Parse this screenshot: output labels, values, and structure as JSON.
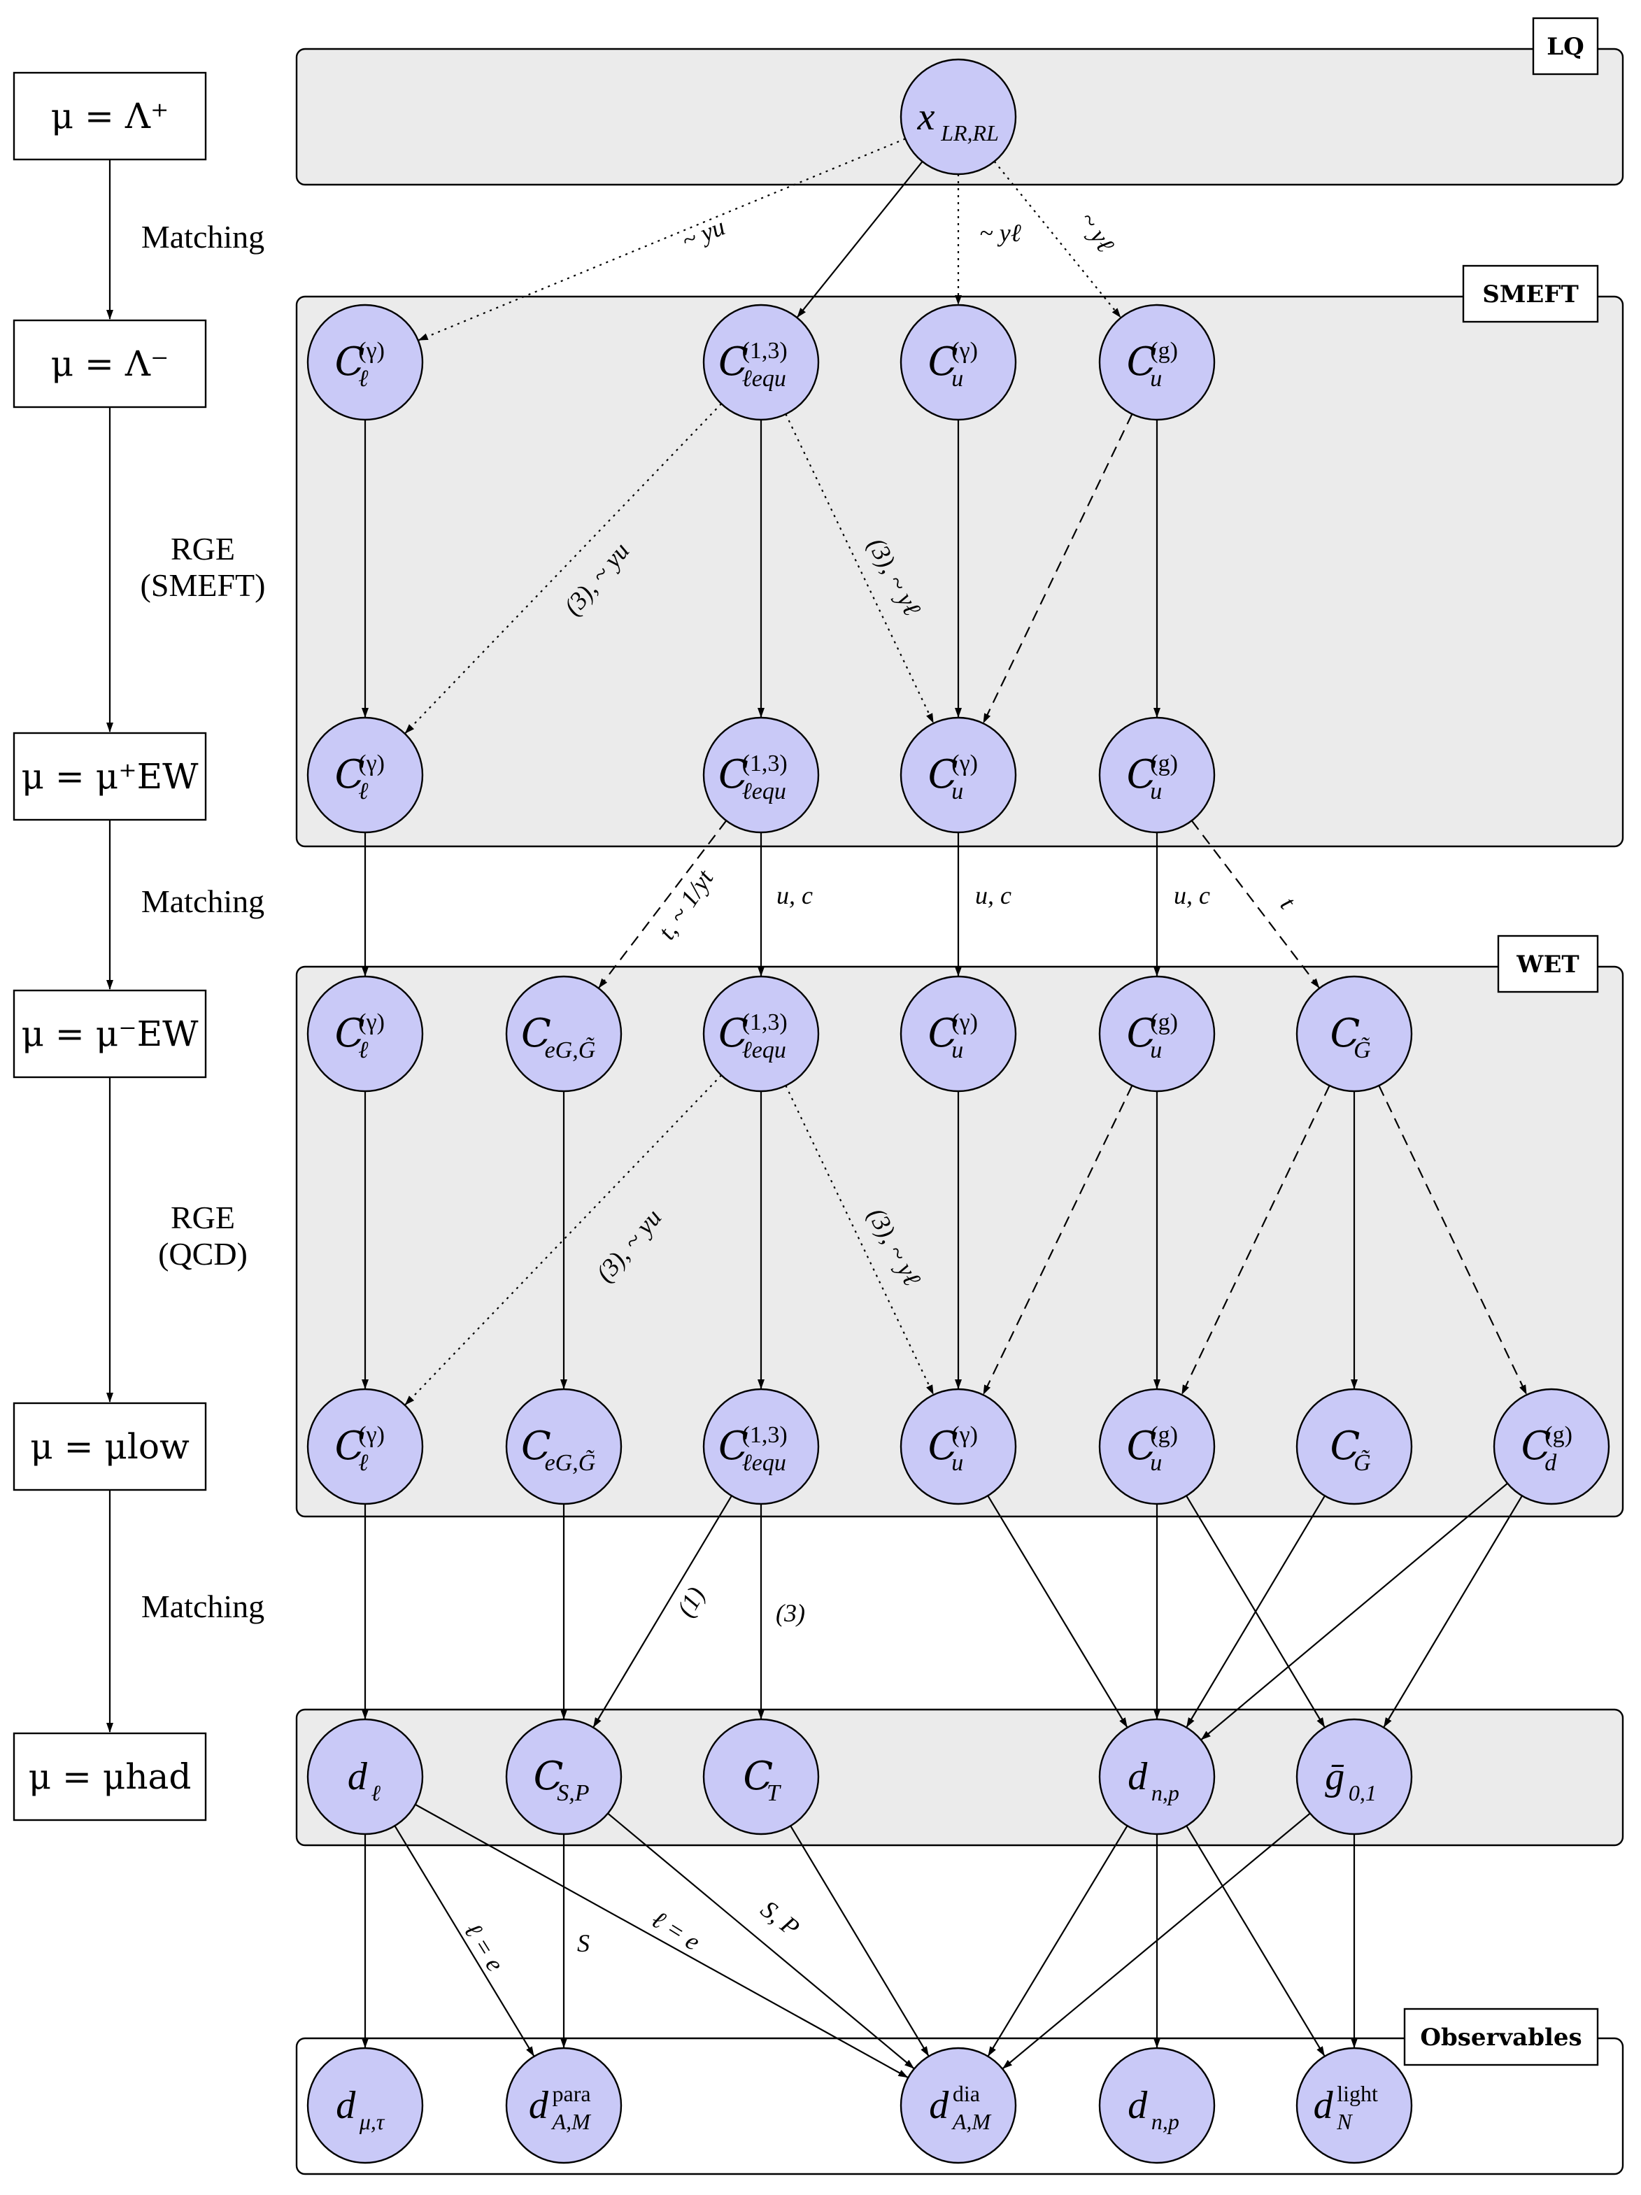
{
  "panels": {
    "lq": "LQ",
    "smeft": "SMEFT",
    "wet": "WET",
    "observables": "Observables"
  },
  "scales": [
    "μ = Λ⁺",
    "μ = Λ⁻",
    "μ = μ⁺EW",
    "μ = μ⁻EW",
    "μ = μlow",
    "μ = μhad"
  ],
  "steps": [
    [
      "Matching"
    ],
    [
      "RGE",
      "(SMEFT)"
    ],
    [
      "Matching"
    ],
    [
      "RGE",
      "(QCD)"
    ],
    [
      "Matching"
    ]
  ],
  "nodes": {
    "x": "x LR,RL",
    "s_l": "C ℓ (γ)",
    "s_lequ": "C ℓequ (1,3)",
    "s_ug": "C u (γ)",
    "s_ugl": "C u (g)",
    "e_l": "C ℓ (γ)",
    "e_lequ": "C ℓequ (1,3)",
    "e_ug": "C u (γ)",
    "e_ugl": "C u (g)",
    "w_l": "C ℓ (γ)",
    "w_eg": "C eG,G̃",
    "w_lequ": "C ℓequ (1,3)",
    "w_ug": "C u (γ)",
    "w_ugl": "C u (g)",
    "w_G": "C G̃",
    "l_l": "C ℓ (γ)",
    "l_eg": "C eG,G̃",
    "l_lequ": "C ℓequ (1,3)",
    "l_ug": "C u (γ)",
    "l_ugl": "C u (g)",
    "l_G": "C G̃",
    "l_d": "C d (g)",
    "h_dl": "d ℓ",
    "h_csp": "C S,P",
    "h_ct": "C T",
    "h_dnp": "d n,p",
    "h_g": "ḡ 0,1",
    "o_dmt": "d μ,τ",
    "o_para": "d A,M para",
    "o_dia": "d A,M dia",
    "o_dnp": "d n,p",
    "o_light": "d N light"
  },
  "edge_labels": {
    "yu": "~ yu",
    "yl": "~ yℓ",
    "yl2": "~ yℓ",
    "s_3yu": "(3), ~ yu",
    "s_3yl": "(3), ~ yℓ",
    "t_inv": "t, ~ 1/yt",
    "uc1": "u, c",
    "uc2": "u, c",
    "uc3": "u, c",
    "t": "t",
    "w_3yu": "(3), ~ yu",
    "w_3yl": "(3), ~ yℓ",
    "m1": "(1)",
    "m3": "(3)",
    "le1": "ℓ = e",
    "S": "S",
    "le2": "ℓ = e",
    "SP": "S, P"
  },
  "colors": {
    "node_fill": "#c9c9f7",
    "panel_fill": "#ebebeb"
  }
}
